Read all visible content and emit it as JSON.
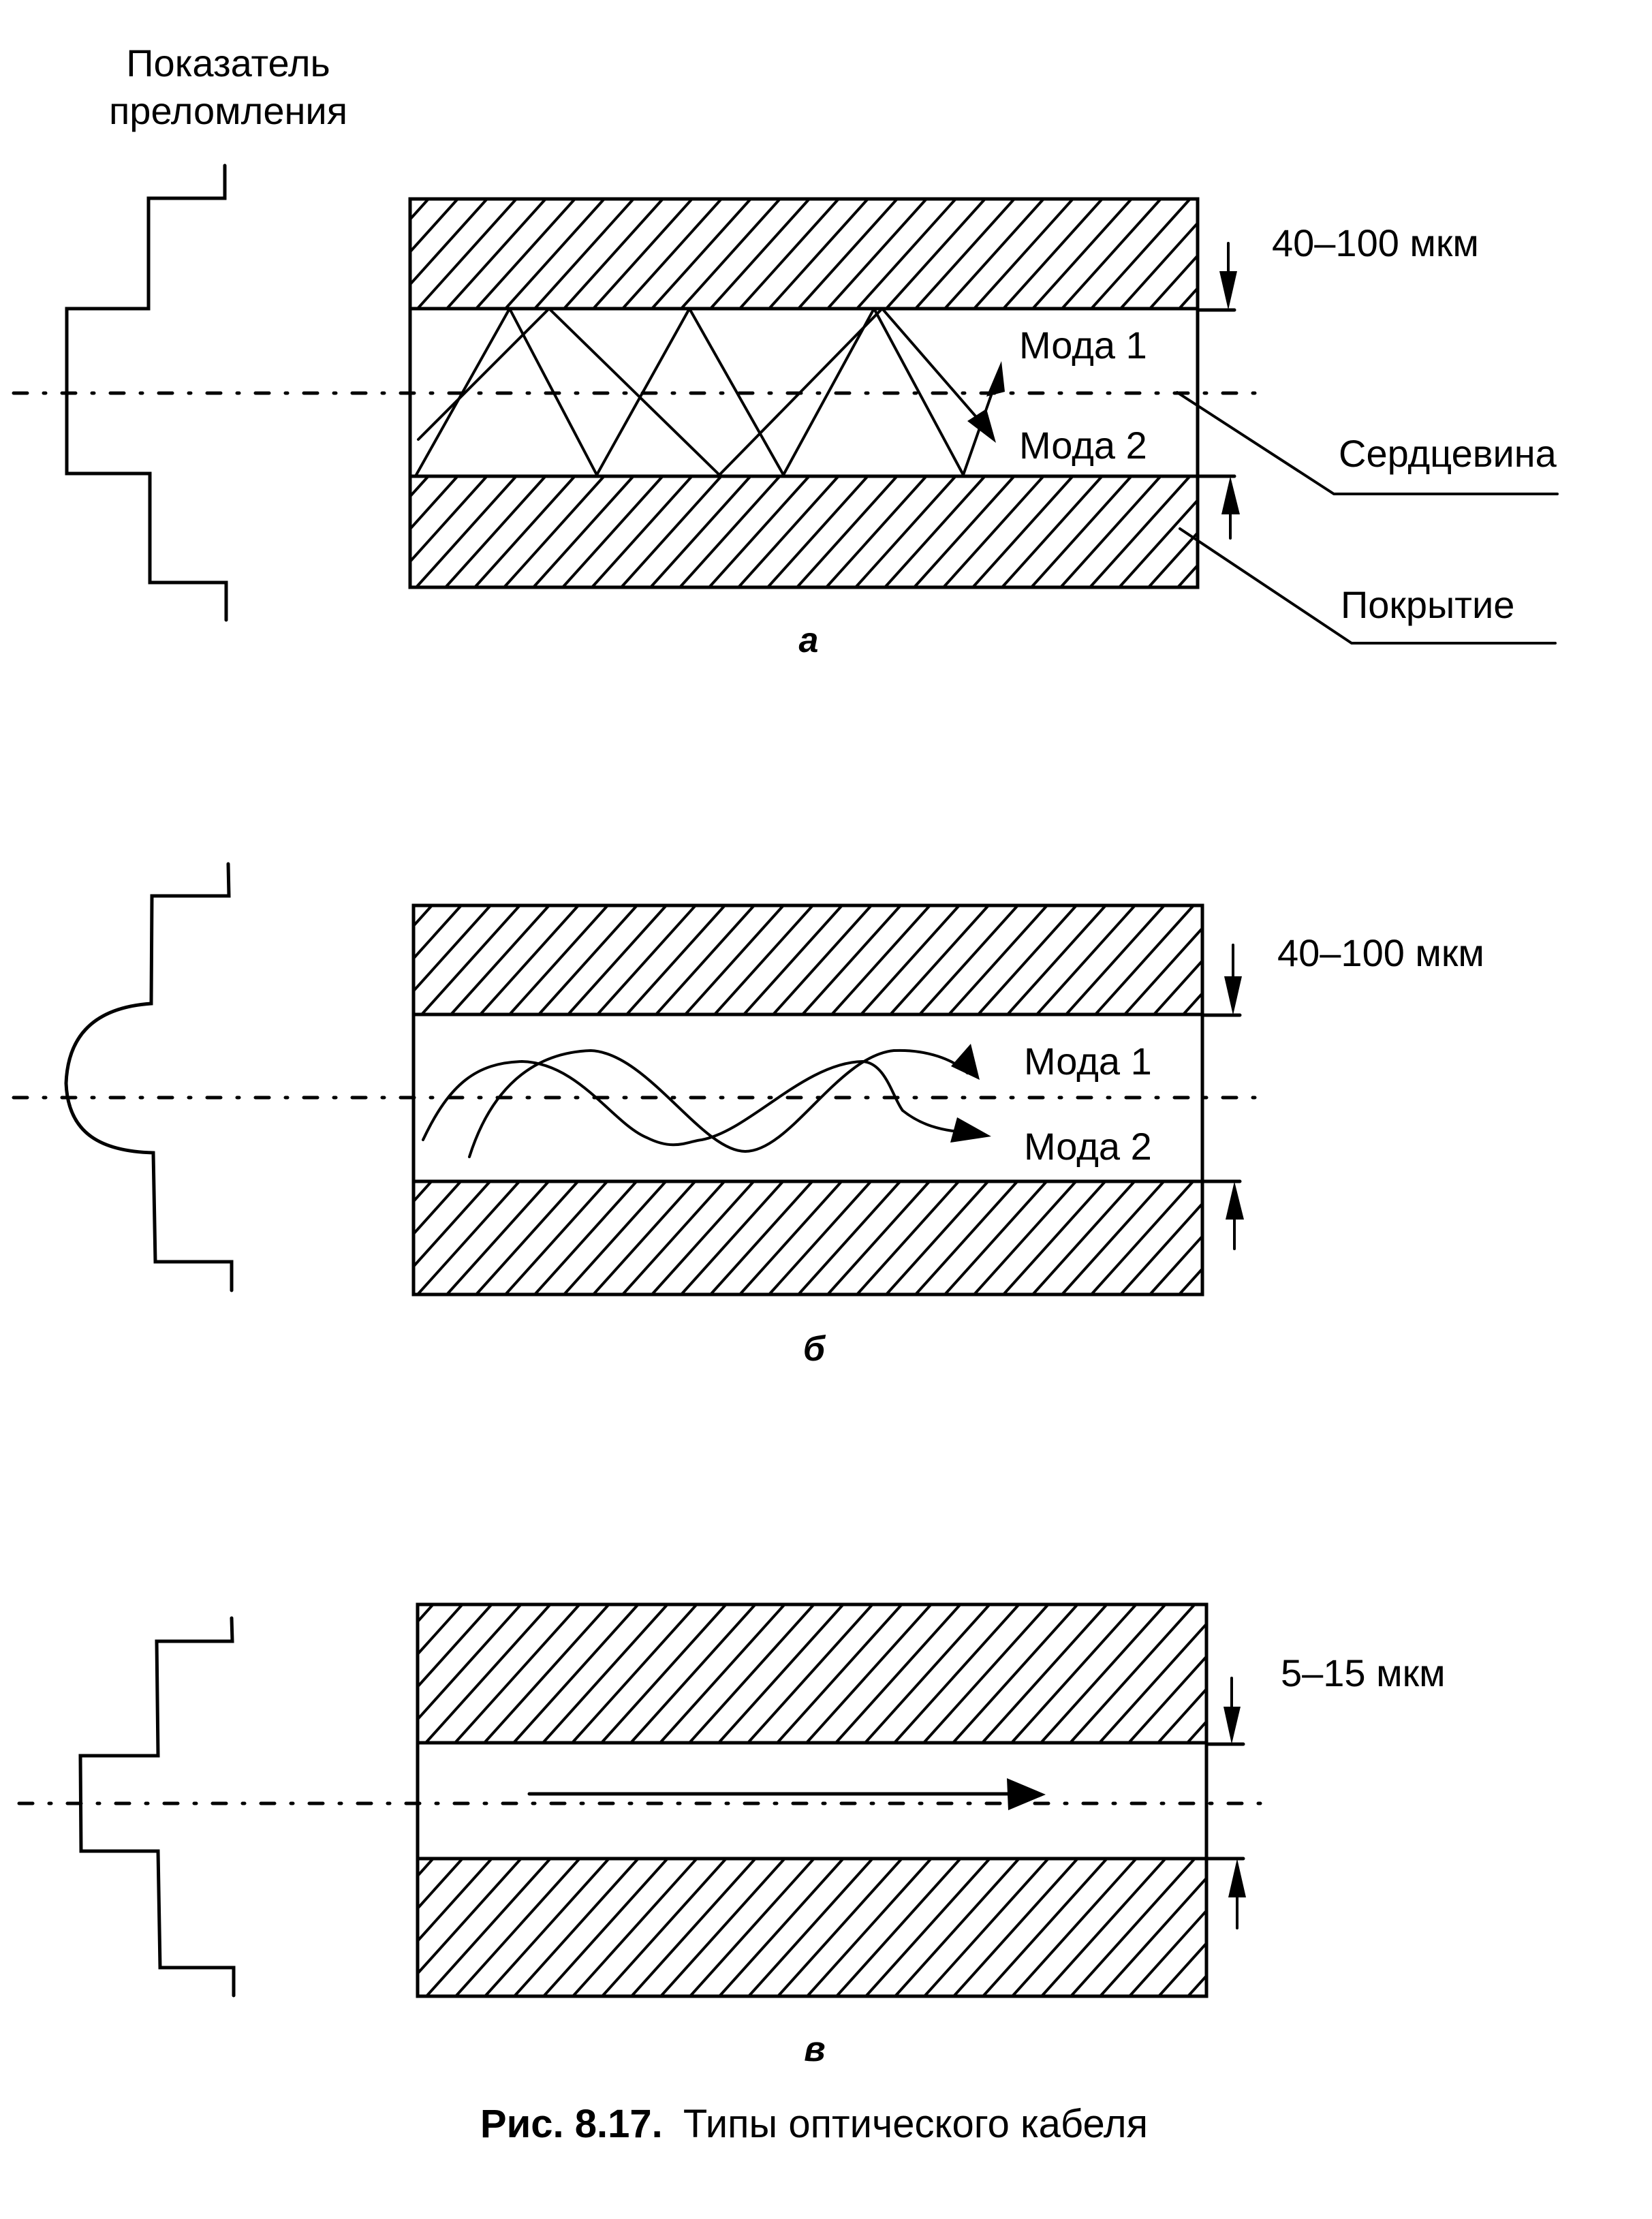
{
  "figure": {
    "caption_prefix": "Рис. 8.17.",
    "caption_text": "Типы оптического кабеля",
    "profile_title_line1": "Показатель",
    "profile_title_line2": "преломления"
  },
  "panels": [
    {
      "id": "a",
      "sublabel": "а",
      "fiber_type": "multimode step-index",
      "dimension_label": "40–100 мкм",
      "mode_labels": [
        "Мода 1",
        "Мода 2"
      ],
      "callouts": [
        "Сердцевина",
        "Покрытие"
      ]
    },
    {
      "id": "b",
      "sublabel": "б",
      "fiber_type": "multimode graded-index",
      "dimension_label": "40–100 мкм",
      "mode_labels": [
        "Мода 1",
        "Мода 2"
      ]
    },
    {
      "id": "c",
      "sublabel": "в",
      "fiber_type": "single-mode",
      "dimension_label": "5–15 мкм"
    }
  ],
  "colors": {
    "ink": "#000000",
    "paper": "#ffffff"
  }
}
